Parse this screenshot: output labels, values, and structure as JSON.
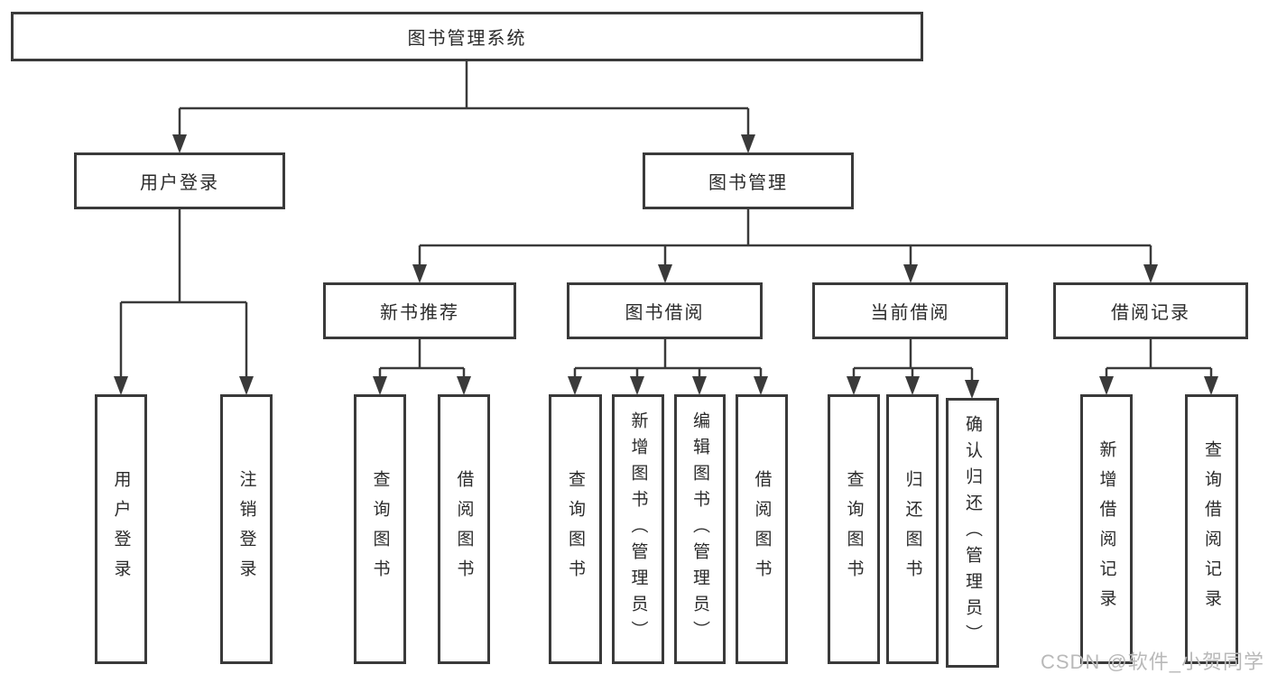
{
  "diagram": {
    "root": {
      "label": "图书管理系统"
    },
    "level2": [
      {
        "label": "用户登录"
      },
      {
        "label": "图书管理"
      }
    ],
    "level3": [
      {
        "label": "新书推荐",
        "parent": "图书管理"
      },
      {
        "label": "图书借阅",
        "parent": "图书管理"
      },
      {
        "label": "当前借阅",
        "parent": "图书管理"
      },
      {
        "label": "借阅记录",
        "parent": "图书管理"
      }
    ],
    "leaves": [
      {
        "label": "用户登录",
        "parent": "用户登录"
      },
      {
        "label": "注销登录",
        "parent": "用户登录"
      },
      {
        "label": "查询图书",
        "parent": "新书推荐"
      },
      {
        "label": "借阅图书",
        "parent": "新书推荐"
      },
      {
        "label": "查询图书",
        "parent": "图书借阅"
      },
      {
        "label": "新增图书（管理员）",
        "parent": "图书借阅"
      },
      {
        "label": "编辑图书（管理员）",
        "parent": "图书借阅"
      },
      {
        "label": "借阅图书",
        "parent": "图书借阅"
      },
      {
        "label": "查询图书",
        "parent": "当前借阅"
      },
      {
        "label": "归还图书",
        "parent": "当前借阅"
      },
      {
        "label": "确认归还（管理员）",
        "parent": "当前借阅"
      },
      {
        "label": "新增借阅记录",
        "parent": "借阅记录"
      },
      {
        "label": "查询借阅记录",
        "parent": "借阅记录"
      }
    ],
    "watermark": "CSDN @软件_小贺同学",
    "colors": {
      "line": "#3a3a3a",
      "text": "#2b2b2b",
      "watermark": "#b9b9b9"
    }
  }
}
